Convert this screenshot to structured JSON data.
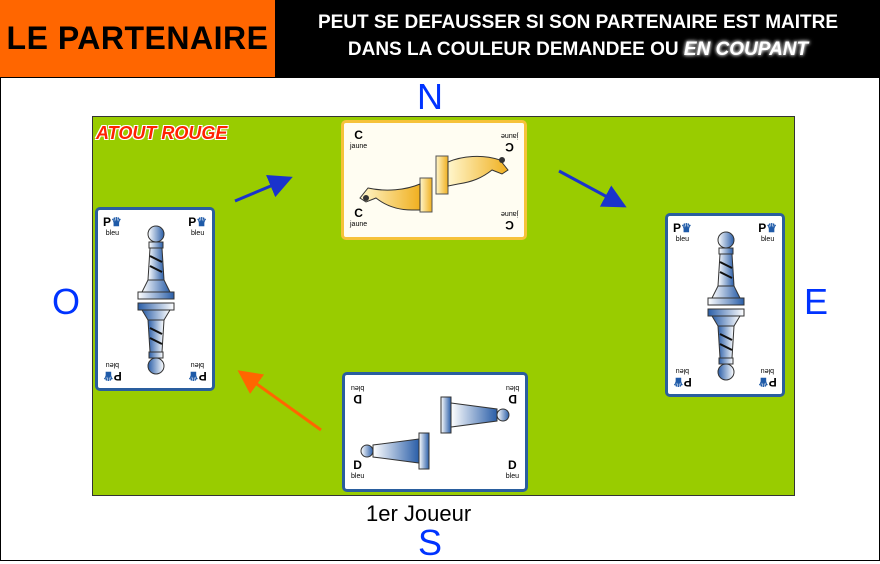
{
  "header": {
    "title": "LE PARTENAIRE",
    "rule_line1": "PEUT SE DEFAUSSER SI SON PARTENAIRE EST MAITRE",
    "rule_line2": "DANS LA COULEUR DEMANDEE OU",
    "rule_emphasis": "EN COUPANT"
  },
  "table": {
    "trump_label": "ATOUT ROUGE",
    "directions": {
      "north": "N",
      "south": "S",
      "east": "E",
      "west": "O"
    },
    "first_player_label": "1er Joueur"
  },
  "cards": {
    "north": {
      "letter": "C",
      "color_word": "jaune",
      "piece": "knight-icon"
    },
    "west": {
      "letter": "P",
      "color_word": "bleu",
      "piece": "pawn-icon"
    },
    "east": {
      "letter": "P",
      "color_word": "bleu",
      "piece": "pawn-icon"
    },
    "south": {
      "letter": "D",
      "color_word": "bleu",
      "piece": "queen-icon"
    }
  },
  "colors": {
    "title_bg": "#ff6600",
    "board": "#99cc00",
    "direction_text": "#0033ff",
    "trump_text": "#ff2200",
    "arrow_blue": "#1a33cc",
    "arrow_orange": "#ff6600",
    "card_blue": "#2a5e9e",
    "card_yellow": "#f6c23a"
  }
}
